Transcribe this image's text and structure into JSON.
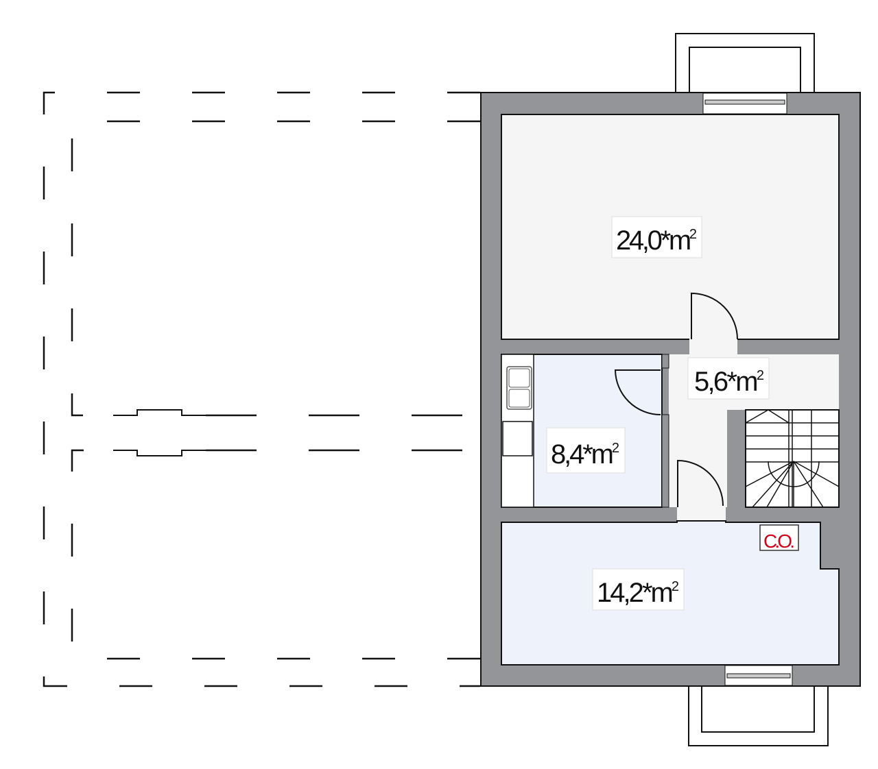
{
  "plan": {
    "rooms": [
      {
        "name": "room-top",
        "area": "24,0*",
        "unit": "m",
        "exp": "2"
      },
      {
        "name": "hallway",
        "area": "5,6*",
        "unit": "m",
        "exp": "2"
      },
      {
        "name": "kitchen",
        "area": "8,4*",
        "unit": "m",
        "exp": "2"
      },
      {
        "name": "room-bottom",
        "area": "14,2*",
        "unit": "m",
        "exp": "2"
      }
    ],
    "boiler_label": "C.O.",
    "colors": {
      "wall": "#939598",
      "room_grey": "#f5f5f5",
      "room_blue": "#eef3fb",
      "boiler": "#d0021b"
    }
  }
}
